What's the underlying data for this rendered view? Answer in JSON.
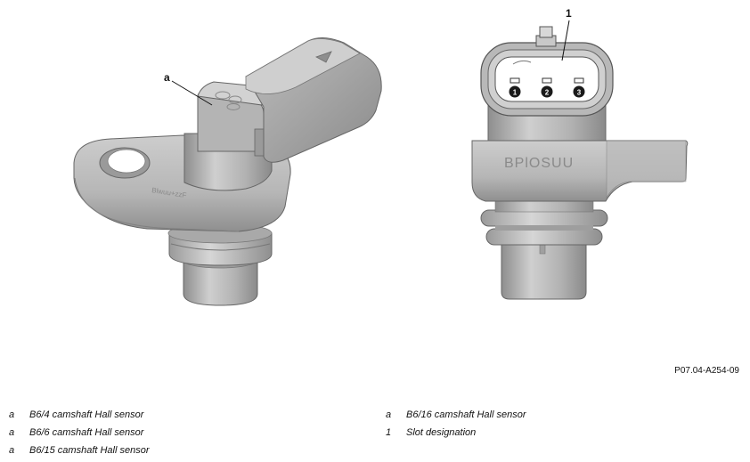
{
  "callouts": {
    "left_label": "a",
    "right_label": "1"
  },
  "figure_id": "P07.04-A254-09",
  "connector_pins": [
    "1",
    "2",
    "3"
  ],
  "legend": {
    "left": [
      {
        "key": "a",
        "text": "B6/4 camshaft Hall sensor"
      },
      {
        "key": "a",
        "text": "B6/6 camshaft Hall sensor"
      },
      {
        "key": "a",
        "text": "B6/15 camshaft Hall sensor"
      }
    ],
    "right": [
      {
        "key": "a",
        "text": "B6/16 camshaft Hall sensor"
      },
      {
        "key": "1",
        "text": "Slot designation"
      }
    ]
  },
  "colors": {
    "body_light": "#c4c4c4",
    "body_mid": "#a9a9a9",
    "body_dark": "#8c8c8c",
    "outline": "#555555"
  }
}
